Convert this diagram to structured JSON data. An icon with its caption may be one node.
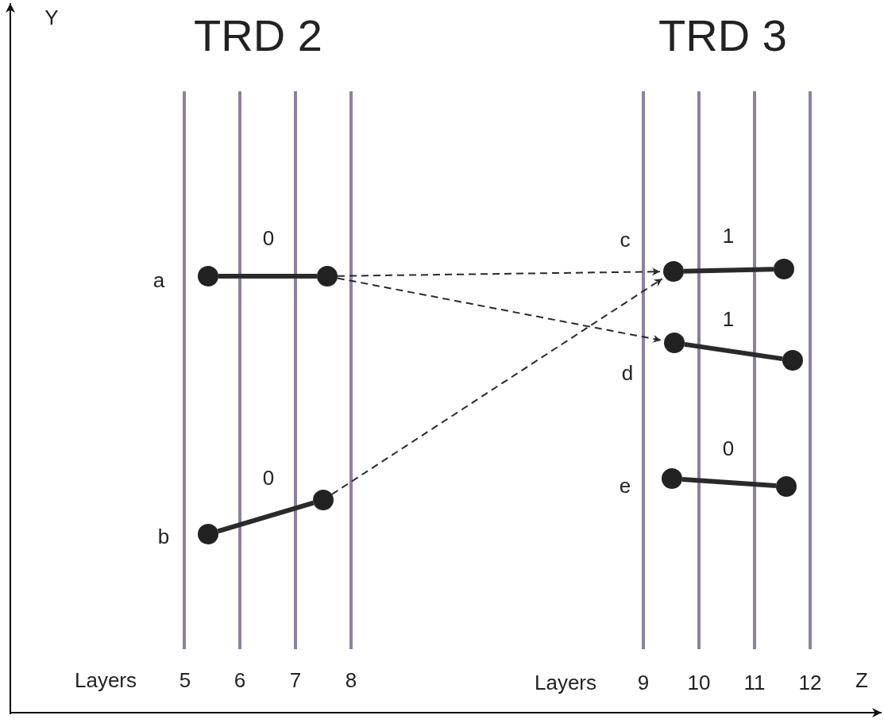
{
  "diagram": {
    "nodes": [
      {
        "text": [],
        "shape": "circle"
      },
      {
        "text": [],
        "shape": "circle"
      },
      {
        "text": [],
        "shape": "circle"
      },
      {
        "text": [],
        "shape": "circle"
      },
      {
        "text": [],
        "shape": "circle"
      },
      {
        "text": [],
        "shape": "circle"
      },
      {
        "text": [],
        "shape": "circle"
      },
      {
        "text": [],
        "shape": "circle"
      },
      {
        "text": [],
        "shape": "circle"
      },
      {
        "text": [],
        "shape": "circle"
      }
    ],
    "edges": [
      {
        "from": 0,
        "to": 1,
        "arrow": "none"
      },
      {
        "from": 2,
        "to": 3,
        "arrow": "none"
      },
      {
        "from": 4,
        "to": 5,
        "arrow": "none"
      },
      {
        "from": 6,
        "to": 7,
        "arrow": "none"
      },
      {
        "from": 8,
        "to": 9,
        "arrow": "none"
      },
      {
        "from": 1,
        "to": 4,
        "arrow": "to",
        "style": "dashed"
      },
      {
        "from": 1,
        "to": 6,
        "arrow": "to",
        "style": "dashed"
      },
      {
        "from": 3,
        "to": 4,
        "arrow": "to",
        "style": "dashed"
      }
    ],
    "labels": [
      "Y",
      "TRD 2",
      "TRD 3",
      "0",
      "c",
      "1",
      "a",
      "1",
      "d",
      "0",
      "0",
      "e",
      "b",
      "Layers",
      "5",
      "6",
      "7",
      "8",
      "Layers",
      "9",
      "10",
      "11",
      "12",
      "Z"
    ]
  }
}
